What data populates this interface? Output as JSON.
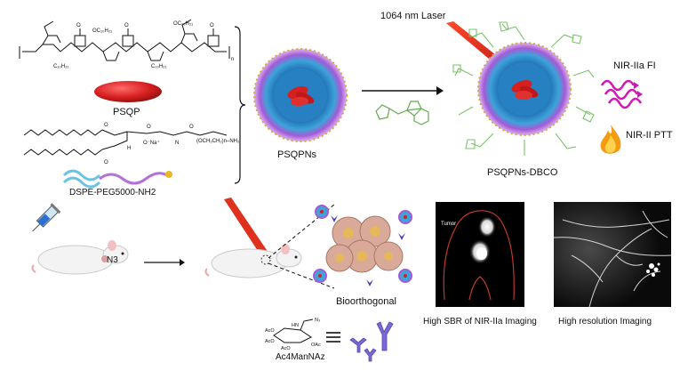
{
  "labels": {
    "laser": "1064 nm Laser",
    "psqp": "PSQP",
    "dspe": "DSPE-PEG5000-NH2",
    "psqpns": "PSQPNs",
    "psqpns_dbco": "PSQPNs-DBCO",
    "nir_fi": "NIR-IIa FI",
    "nir_ptt": "NIR-II PTT",
    "bioorthogonal": "Bioorthogonal",
    "ac4mannaz": "Ac4ManNAz",
    "tumor": "Tumor",
    "azide": "N3",
    "polymer_subscript_n": "n",
    "high_sbr": "High SBR of NIR-IIa Imaging",
    "high_resolution": "High resolution Imaging"
  },
  "colors": {
    "capsule_red": "#d61f1f",
    "laser_red": "#e0301e",
    "core_blue": "#2a88c8",
    "shell_purple": "#9a4fd0",
    "dbco_green": "#7ac36a",
    "fi_magenta": "#d316b5",
    "fire_orange": "#f39c12",
    "tumor_outline": "#c0392b"
  },
  "icons": {
    "syringe": "syringe-icon",
    "mouse": "mouse-icon",
    "flame": "flame-icon",
    "wave": "wave-icon",
    "nanoparticle": "nanoparticle-icon"
  }
}
